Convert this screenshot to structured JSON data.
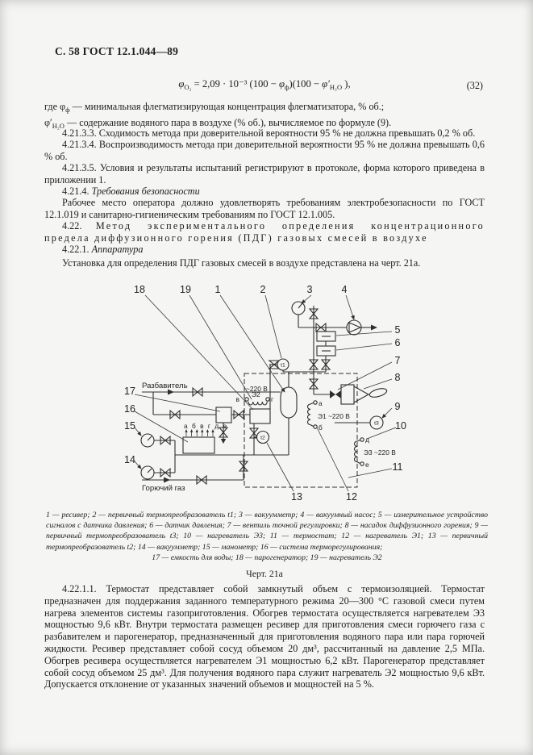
{
  "page": {
    "header": "С. 58 ГОСТ 12.1.044—89",
    "figure_label": "Черт. 21а"
  },
  "formula": {
    "lhs_symbol": "φ",
    "lhs_sub": "O₂",
    "mid": " = 2,09 · 10⁻³ (100 − ",
    "phi2": "φ",
    "mid_sub": "ф",
    "mid2": ")(100 − ",
    "phi3": "φ′",
    "mid2_sub": "H₂O",
    "end": " ),",
    "number": "(32)"
  },
  "where": {
    "l1_pre": "где φ",
    "l1_sub": "ф",
    "l1_rest": " — минимальная флегматизирующая концентрация флегматизатора, % об.;",
    "l2_pre": "φ′",
    "l2_sub": "H₂O",
    "l2_rest": " — содержание водяного пара в воздухе (% об.), вычисляемое по формуле (9)."
  },
  "body": {
    "p_4_21_3_3": "4.21.3.3. Сходимость метода при доверительной вероятности 95 % не должна превышать 0,2 % об.",
    "p_4_21_3_4": "4.21.3.4. Воспроизводимость метода при доверительной вероятности 95 % не должна превышать 0,6 % об.",
    "p_4_21_3_5": "4.21.3.5. Условия и результаты испытаний регистрируют в протоколе, форма которого приведена в приложении 1.",
    "h_4_21_4_num": "4.21.4. ",
    "h_4_21_4_title": "Требования безопасности",
    "p_safety": "Рабочее место оператора должно удовлетворять требованиям электробезопасности по ГОСТ 12.1.019 и санитарно-гигиеническим требованиям по ГОСТ 12.1.005.",
    "h_4_22_num": "4.22. ",
    "h_4_22_title": "Метод экспериментального определения концентрационного предела диффузионного горения (ПДГ) газовых смесей в воздухе",
    "h_4_22_1_num": "4.22.1. ",
    "h_4_22_1_title": "Аппаратура",
    "p_setup": "Установка для определения ПДГ газовых смесей в воздухе представлена на черт. 21а.",
    "p_4_22_1_1": "4.22.1.1. Термостат представляет собой замкнутый объем с термоизоляцией. Термостат предназначен для поддержания заданного температурного режима 20—300 °С газовой смеси путем нагрева элементов системы газоприготовления. Обогрев термостата осуществляется нагревателем Э3 мощностью 9,6 кВт. Внутри термостата размещен ресивер для приготовления смеси горючего газа с разбавителем и парогенератор, предназначенный для приготовления водяного пара или пара горючей жидкости. Ресивер представляет собой сосуд объемом 20 дм³, рассчитанный на давление 2,5 МПа. Обогрев ресивера осуществляется нагревателем Э1 мощностью 6,2 кВт. Парогенератор представляет собой сосуд объемом 25 дм³. Для получения водяного пара служит нагреватель Э2 мощностью 9,6 кВт. Допускается отклонение от указанных значений объемов и мощностей на 5 %."
  },
  "caption": {
    "main": "1 — ресивер; 2 — первичный термопреобразователь t1; 3 — вакуумметр; 4 — вакуумный насос; 5 — измерительное устройство сигналов с датчика давления; 6 — датчик давления; 7 — вентиль точной регулировки; 8 — насадок диффузионного горения; 9 — первичный термопреобразователь t3; 10 — нагреватель Э3; 11 — термостат; 12 — нагреватель Э1; 13 — первичный термопреобразователь t2; 14 — вакуумметр; 15 — манометр; 16 — система терморегулирования;",
    "last": "17 — емкость для воды; 18 — парогенератор; 19 — нагреватель Э2"
  },
  "diagram": {
    "labels": {
      "diluent": "Разбавитель",
      "fuel_gas": "Горючий газ",
      "v220": "~220 В",
      "e1": "Э1 ~220 В",
      "e2": "Э2",
      "e3": "Э3 ~220 В",
      "t1": "t1",
      "t2": "t2",
      "t3": "t3",
      "term_a": "а",
      "term_b": "б",
      "term_v": "в",
      "term_g": "г",
      "term_d": "д",
      "term_e": "е",
      "terminals_row": "а б в г д е"
    },
    "callouts": [
      "1",
      "2",
      "3",
      "4",
      "5",
      "6",
      "7",
      "8",
      "9",
      "10",
      "11",
      "12",
      "13",
      "14",
      "15",
      "16",
      "17",
      "18",
      "19"
    ]
  }
}
